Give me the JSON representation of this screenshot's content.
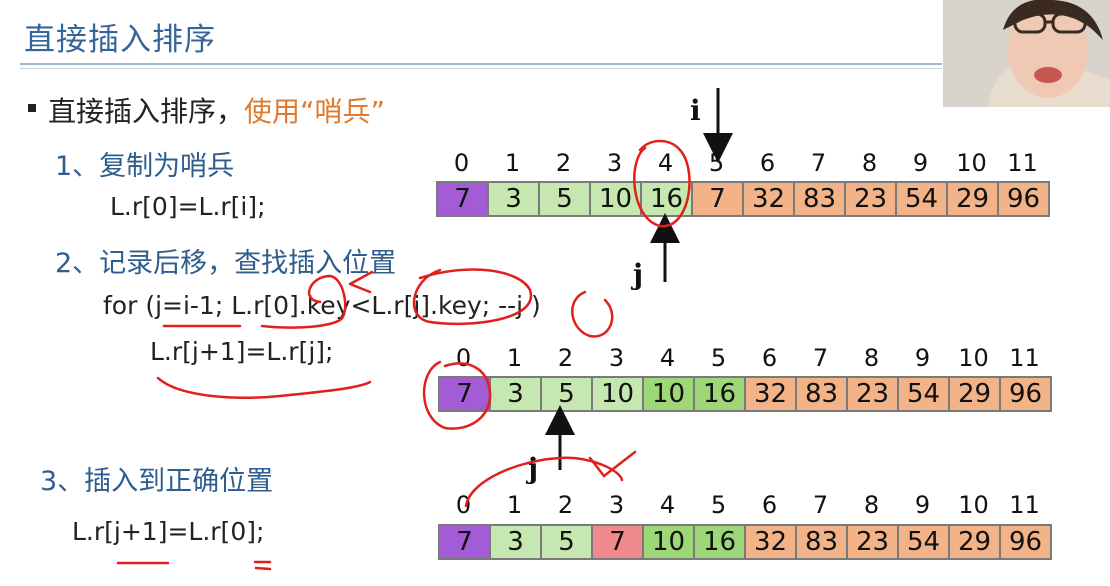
{
  "title": "直接插入排序",
  "bullet": {
    "prefix": "直接插入排序，",
    "highlight": "使用“哨兵”"
  },
  "steps": [
    {
      "label": "1、复制为哨兵",
      "code": [
        "L.r[0]=L.r[i];"
      ]
    },
    {
      "label": "2、记录后移，查找插入位置",
      "code": [
        "for (j=i-1; L.r[0].key<L.r[j].key; --j )",
        "L.r[j+1]=L.r[j];"
      ]
    },
    {
      "label": "3、插入到正确位置",
      "code": [
        "L.r[j+1]=L.r[0];"
      ]
    }
  ],
  "pointers": {
    "i": "i",
    "j": "j"
  },
  "indices": [
    "0",
    "1",
    "2",
    "3",
    "4",
    "5",
    "6",
    "7",
    "8",
    "9",
    "10",
    "11"
  ],
  "arrays": [
    {
      "values": [
        "7",
        "3",
        "5",
        "10",
        "16",
        "7",
        "32",
        "83",
        "23",
        "54",
        "29",
        "96"
      ],
      "colors": [
        "purple",
        "green",
        "green",
        "green",
        "green",
        "orange",
        "orange",
        "orange",
        "orange",
        "orange",
        "orange",
        "orange"
      ]
    },
    {
      "values": [
        "7",
        "3",
        "5",
        "10",
        "10",
        "16",
        "32",
        "83",
        "23",
        "54",
        "29",
        "96"
      ],
      "colors": [
        "purple",
        "green",
        "green",
        "green",
        "gd",
        "gd",
        "orange",
        "orange",
        "orange",
        "orange",
        "orange",
        "orange"
      ]
    },
    {
      "values": [
        "7",
        "3",
        "5",
        "7",
        "10",
        "16",
        "32",
        "83",
        "23",
        "54",
        "29",
        "96"
      ],
      "colors": [
        "purple",
        "green",
        "green",
        "pink",
        "gd",
        "gd",
        "orange",
        "orange",
        "orange",
        "orange",
        "orange",
        "orange"
      ]
    }
  ],
  "colors": {
    "purple": "#a35bd6",
    "green": "#c7e7b1",
    "gd": "#9ed777",
    "orange": "#f2b389",
    "pink": "#f08a8f",
    "annotation": "#e0201c",
    "title": "#35659a"
  }
}
